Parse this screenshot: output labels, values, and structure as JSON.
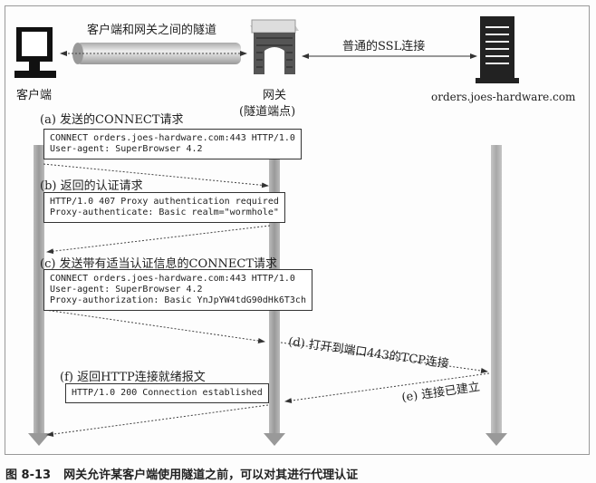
{
  "actors": {
    "client": "客户端",
    "gateway_line1": "网关",
    "gateway_line2": "(隧道端点)",
    "server": "orders.joes-hardware.com"
  },
  "links": {
    "tunnel": "客户端和网关之间的隧道",
    "ssl": "普通的SSL连接"
  },
  "steps": {
    "a": {
      "label": "(a) 发送的CONNECT请求",
      "lines": [
        "CONNECT orders.joes-hardware.com:443 HTTP/1.0",
        "User-agent: SuperBrowser 4.2"
      ]
    },
    "b": {
      "label": "(b) 返回的认证请求",
      "lines": [
        "HTTP/1.0 407 Proxy authentication required",
        "Proxy-authenticate: Basic realm=\"wormhole\""
      ]
    },
    "c": {
      "label": "(c) 发送带有适当认证信息的CONNECT请求",
      "lines": [
        "CONNECT orders.joes-hardware.com:443 HTTP/1.0",
        "User-agent: SuperBrowser 4.2",
        "Proxy-authorization: Basic YnJpYW4tdG90dHk6T3ch"
      ]
    },
    "d": {
      "label": "(d) 打开到端口443的TCP连接"
    },
    "e": {
      "label": "(e) 连接已建立"
    },
    "f": {
      "label": "(f) 返回HTTP连接就绪报文",
      "lines": [
        "HTTP/1.0 200 Connection established"
      ]
    }
  },
  "caption": {
    "number": "图 8-13",
    "text": "网关允许某客户端使用隧道之前，可以对其进行代理认证"
  }
}
